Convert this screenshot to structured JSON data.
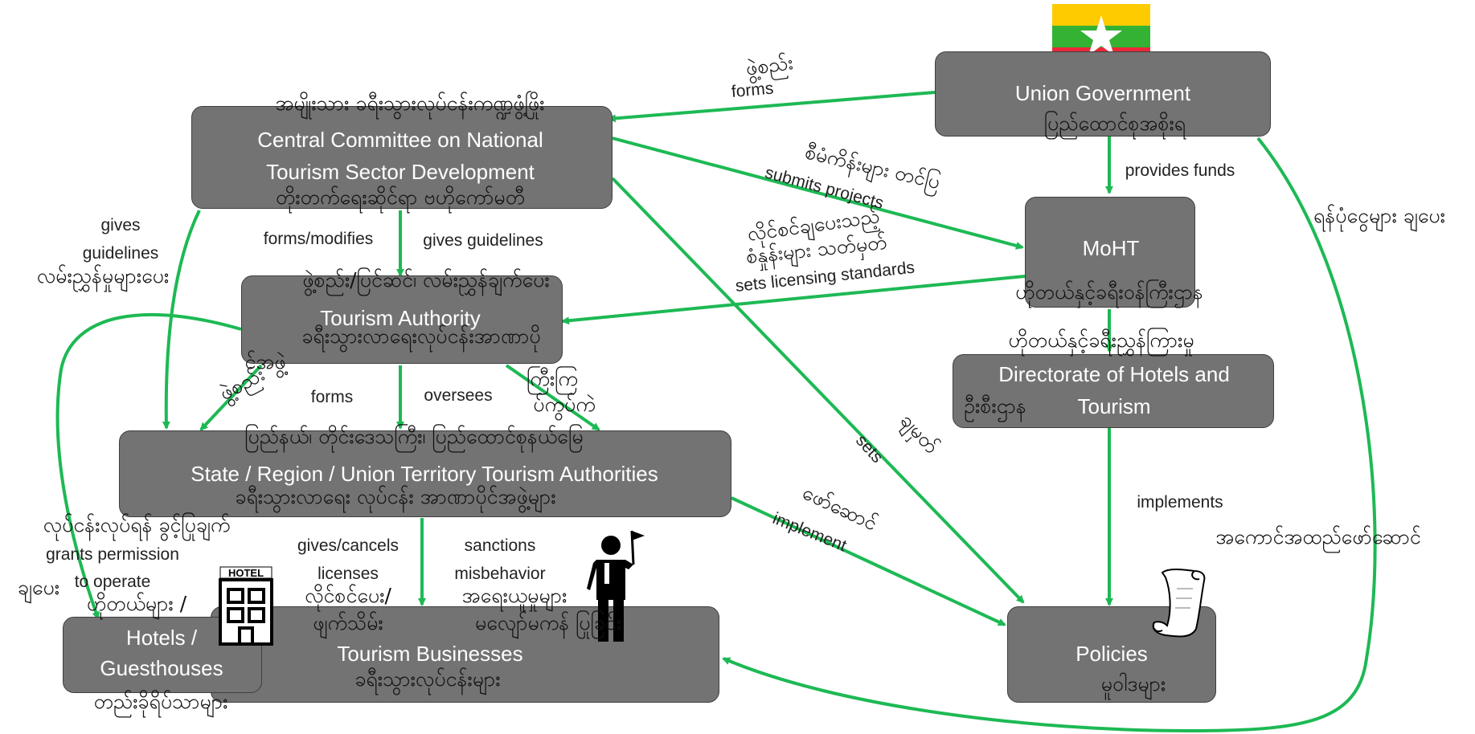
{
  "nodes": {
    "union": {
      "en": "Union Government",
      "my": "ပြည်ထောင်စုအစိုးရ"
    },
    "central": {
      "my_title": "အမျိုးသား ခရီးသွားလုပ်ငန်းကဏ္ဍဖွံ့ဖြိုး",
      "en_line1": "Central Committee on National",
      "en_line2": "Tourism Sector Development",
      "my_sub": "တိုးတက်ရေးဆိုင်ရာ ဗဟိုကော်မတီ"
    },
    "moht": {
      "en": "MoHT",
      "my": "ဟိုတယ်နှင့်ခရီးဝန်ကြီးဌာန"
    },
    "authority": {
      "my_top": "ဖွဲ့စည်း/ပြင်ဆင်၊ လမ်းညွှန်ချက်ပေး",
      "en": "Tourism Authority",
      "my_line1": "ခရီးသွားလာရေးလုပ်ငန်းအာဏာပို",
      "my_line2": "င်အဖွဲ့"
    },
    "directorate": {
      "my_top": "ဟိုတယ်နှင့်ခရီးညွှန်ကြားမှု",
      "en_line1": "Directorate of Hotels and",
      "en_line2": "Tourism",
      "my_sub": "ဦးစီးဌာန"
    },
    "state": {
      "my_top": "ပြည်နယ်၊ တိုင်းဒေသကြီး၊ ပြည်ထောင်စုနယ်မြေ",
      "en": "State / Region / Union Territory Tourism Authorities",
      "my_sub": "ခရီးသွားလာရေး လုပ်ငန်း အာဏာပိုင်အဖွဲ့များ"
    },
    "hotels": {
      "my_top": "ဟိုတယ်များ /",
      "en_line1": "Hotels /",
      "en_line2": "Guesthouses",
      "my_sub": "တည်းခိုရိပ်သာများ"
    },
    "businesses": {
      "en": "Tourism Businesses",
      "my": "ခရီးသွားလုပ်ငန်းများ"
    },
    "policies": {
      "en": "Policies",
      "my": "မူဝါဒများ"
    }
  },
  "edge_labels": {
    "forms_top": {
      "en": "forms",
      "my": "ဖွဲ့စည်း"
    },
    "submits": {
      "en": "submits projects",
      "my": "စီမံကိန်းများ တင်ပြ"
    },
    "provides_funds": {
      "en": "provides funds"
    },
    "allocates": {
      "my": "ရန်ပုံငွေများ ချပေး"
    },
    "licensing": {
      "en": "sets licensing standards",
      "my_line1": "လိုင်စင်ချပေးသည့်",
      "my_line2": "စံနှုန်းများ သတ်မှတ်"
    },
    "gives_guidelines_left": {
      "en_line1": "gives",
      "en_line2": "guidelines",
      "my": "လမ်းညွှန်မှုများပေး"
    },
    "forms_modifies": {
      "en": "forms/modifies"
    },
    "gives_guidelines_mid": {
      "en": "gives guidelines"
    },
    "forms_mid": {
      "en": "forms",
      "my": "ဖွဲ့စည်း"
    },
    "oversees": {
      "en": "oversees",
      "my_line1": "ကြီးကြ",
      "my_line2": "ပ်ကွပ်ကဲ"
    },
    "sets": {
      "en": "sets",
      "my": "ချမှတ်"
    },
    "implement": {
      "en": "implement",
      "my": "ဖော်ဆောင်"
    },
    "implements": {
      "en": "implements",
      "my": "အကောင်အထည်ဖော်ဆောင်"
    },
    "grants": {
      "my_top": "လုပ်ငန်းလုပ်ရန် ခွင့်ပြုချက်",
      "en_line1": "grants permission",
      "en_line2": "to operate",
      "my_side": "ချပေး"
    },
    "licenses": {
      "en_line1": "gives/cancels",
      "en_line2": "licenses",
      "my_line1": "လိုင်စင်ပေး/",
      "my_line2": "ဖျက်သိမ်း"
    },
    "sanctions": {
      "en_line1": "sanctions",
      "en_line2": "misbehavior",
      "my_line1": "အရေးယူမှုများ",
      "my_line2": "မလျော်မကန် ပြုခြင်း"
    }
  },
  "icons": [
    "myanmar-flag-icon",
    "hotel-icon",
    "tour-guide-icon",
    "scroll-icon"
  ],
  "colors": {
    "box": "#737373",
    "border": "#3f3f3f",
    "arrow": "#1db954",
    "flag_yellow": "#fecb00",
    "flag_green": "#34b233",
    "flag_red": "#ea2839"
  },
  "hotel_sign": "HOTEL"
}
